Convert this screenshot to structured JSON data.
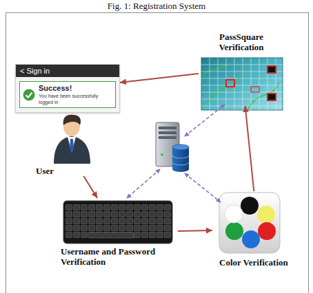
{
  "diagram": {
    "title": "Fig. 1: Registration System",
    "nodes": [
      {
        "text": [
          "< Sign in",
          "Success!",
          "You have been successfully logged in"
        ]
      },
      {
        "text": [
          "PassSquare Verification"
        ]
      },
      {
        "text": [
          "User"
        ]
      },
      {
        "text": [
          "Username and Password Verification"
        ]
      },
      {
        "text": [
          "Color Verification"
        ]
      }
    ],
    "edges": [
      {
        "from": 2,
        "to": 3,
        "arrow": "to"
      },
      {
        "from": 3,
        "to": 4,
        "arrow": "to"
      },
      {
        "from": 4,
        "to": 1,
        "arrow": "to"
      },
      {
        "from": 1,
        "to": 0,
        "arrow": "to"
      }
    ]
  }
}
